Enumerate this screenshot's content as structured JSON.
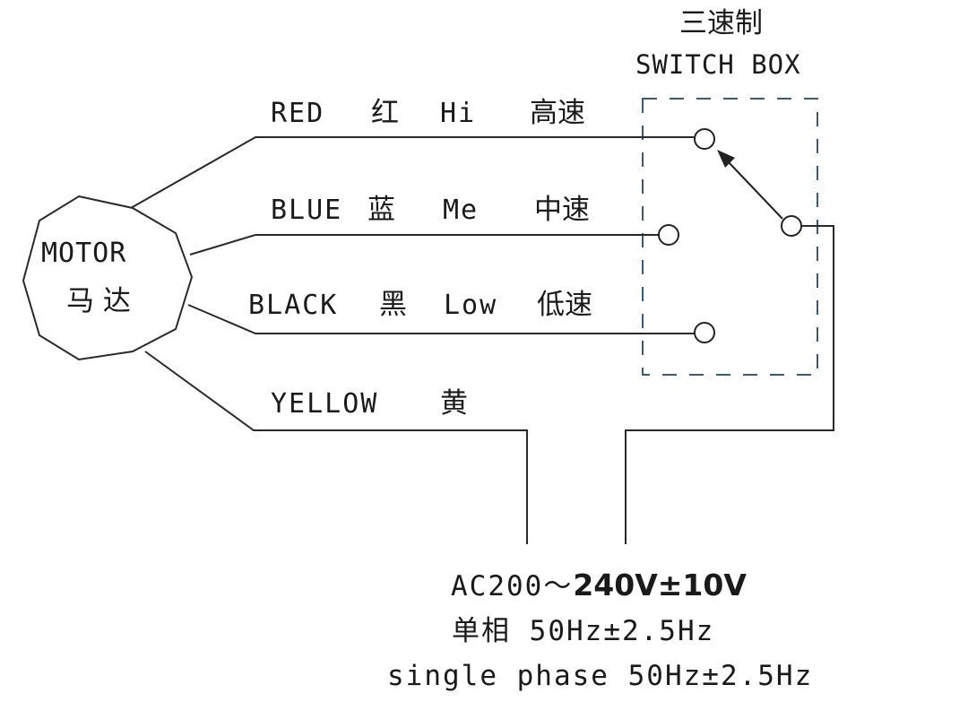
{
  "switch_box": {
    "title_cn": "三速制",
    "title_en": "SWITCH BOX"
  },
  "motor": {
    "label_en": "MOTOR",
    "label_cn": "马 达"
  },
  "wires": [
    {
      "color_en": "RED",
      "color_cn": "红",
      "speed_en": "Hi",
      "speed_cn": "高速"
    },
    {
      "color_en": "BLUE",
      "color_cn": "蓝",
      "speed_en": "Me",
      "speed_cn": "中速"
    },
    {
      "color_en": "BLACK",
      "color_cn": "黑",
      "speed_en": "Low",
      "speed_cn": "低速"
    },
    {
      "color_en": "YELLOW",
      "color_cn": "黄"
    }
  ],
  "power": {
    "voltage_prefix": "AC200～",
    "voltage_bold": "240V±10V",
    "line_cn": "单相 50Hz±2.5Hz",
    "line_en": "single phase 50Hz±2.5Hz"
  }
}
